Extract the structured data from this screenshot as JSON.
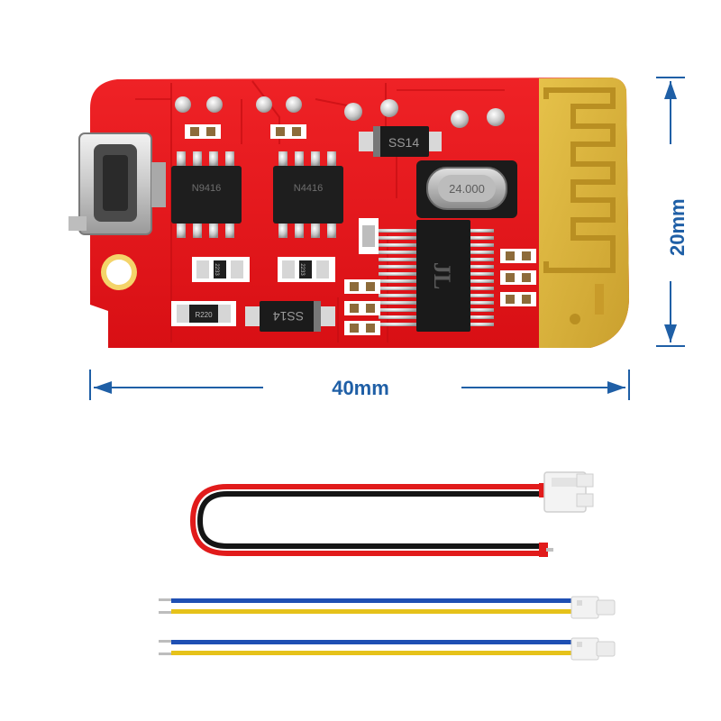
{
  "dimensions": {
    "width": "40mm",
    "height": "20mm"
  },
  "board_markings": {
    "diode_top": "SS14",
    "diode_bottom": "SS14",
    "chip_left": "N9416",
    "chip_right": "N4416",
    "resistor_left": "2233",
    "resistor_right": "2233",
    "resistor_bottom": "R220",
    "crystal": "24.000",
    "ic_logo": "JL"
  },
  "colors": {
    "pcb": "#e8161b",
    "antenna": "#d9b23a",
    "dimension": "#1f5fa6"
  }
}
